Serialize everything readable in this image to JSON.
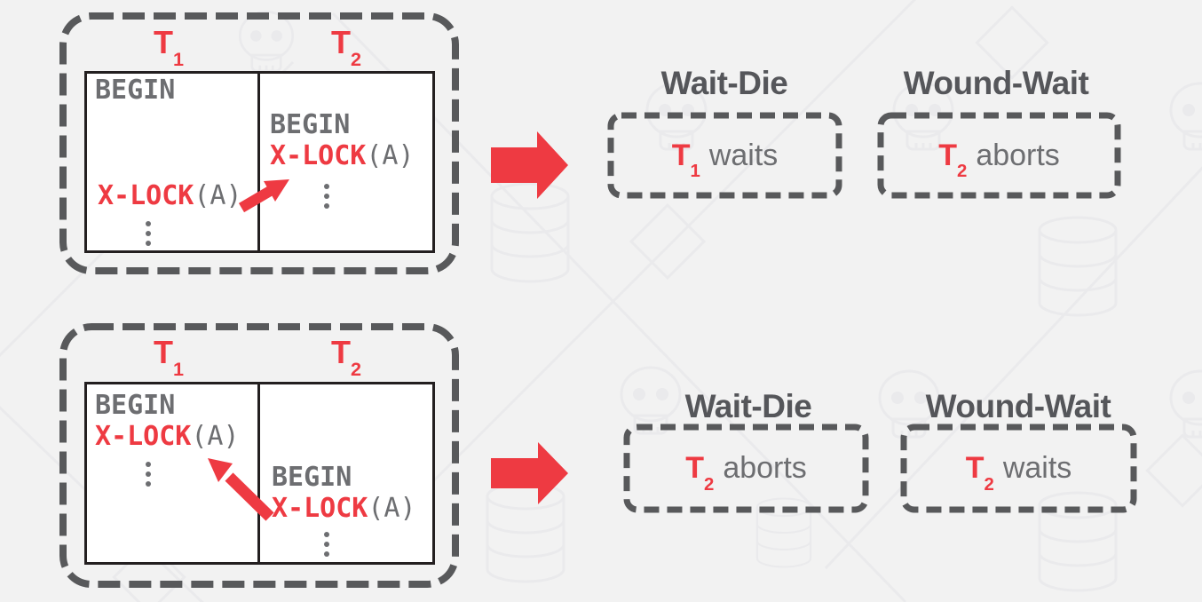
{
  "colors": {
    "background": "#f2f2f2",
    "accent_red": "#ee3a42",
    "dash_gray": "#58595b",
    "code_gray": "#6d6e71",
    "heading_gray": "#55565a",
    "table_border": "#231f20",
    "table_fill": "#ffffff",
    "watermark": "#eaeaec"
  },
  "scenario1": {
    "columns": [
      {
        "name": "T",
        "sub": "1"
      },
      {
        "name": "T",
        "sub": "2"
      }
    ],
    "t1": {
      "begin": "BEGIN",
      "lock_keyword": "X-LOCK",
      "lock_arg": "(A)"
    },
    "t2": {
      "begin": "BEGIN",
      "lock_keyword": "X-LOCK",
      "lock_arg": "(A)"
    },
    "outcomes": [
      {
        "method": "Wait-Die",
        "tx": "T",
        "tx_sub": "1",
        "action": "waits"
      },
      {
        "method": "Wound-Wait",
        "tx": "T",
        "tx_sub": "2",
        "action": "aborts"
      }
    ]
  },
  "scenario2": {
    "columns": [
      {
        "name": "T",
        "sub": "1"
      },
      {
        "name": "T",
        "sub": "2"
      }
    ],
    "t1": {
      "begin": "BEGIN",
      "lock_keyword": "X-LOCK",
      "lock_arg": "(A)"
    },
    "t2": {
      "begin": "BEGIN",
      "lock_keyword": "X-LOCK",
      "lock_arg": "(A)"
    },
    "outcomes": [
      {
        "method": "Wait-Die",
        "tx": "T",
        "tx_sub": "2",
        "action": "aborts"
      },
      {
        "method": "Wound-Wait",
        "tx": "T",
        "tx_sub": "2",
        "action": "waits"
      }
    ]
  }
}
